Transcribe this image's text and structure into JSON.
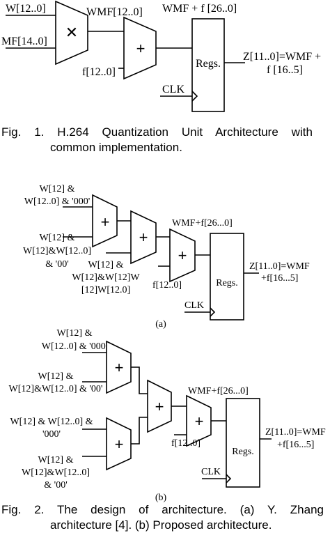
{
  "fig1": {
    "in_w": "W[12..0]",
    "in_mf": "MF[14..0]",
    "mult_symbol": "✕",
    "wmf": "WMF[12..0]",
    "sum_label": "WMF + f [26..0]",
    "add_symbol": "+",
    "f_in": "f[12..0]",
    "regs": "Regs.",
    "out_1": "Z[11..0]=WMF +",
    "out_2": "f [16..5]",
    "clk": "CLK",
    "caption_1": "Fig.    1.    H.264    Quantization    Unit    Architecture    with",
    "caption_2": "common implementation."
  },
  "fig2a": {
    "in1_1": "W[12] &",
    "in1_2": "W[12..0] & '000'",
    "in2_1": "W[12] &",
    "in2_2": "W[12]&W[12..0]",
    "in2_3": "& '00'",
    "in3_1": "W[12] &",
    "in3_2": "W[12]&W[12]W",
    "in3_3": "[12]W[12.0]",
    "f_in": "f[12..0]",
    "sum_label": "WMF+f[26...0]",
    "regs": "Regs.",
    "out_1": "Z[11..0]=WMF",
    "out_2": "+f[16...5]",
    "clk": "CLK",
    "add_symbol": "+",
    "sublabel": "(a)"
  },
  "fig2b": {
    "in1_1": "W[12] &",
    "in1_2": "W[12..0] & '000'",
    "in2_1": "W[12] &",
    "in2_2": "W[12]&W[12..0] & '00'",
    "in3_1": "W[12] & W[12..0] &",
    "in3_2": "'000'",
    "in4_1": "W[12] &",
    "in4_2": "W[12]&W[12..0]",
    "in4_3": "& '00'",
    "f_in": "f[12..0]",
    "sum_label": "WMF+f[26...0]",
    "regs": "Regs.",
    "out_1": "Z[11..0]=WMF",
    "out_2": "+f[16...5]",
    "clk": "CLK",
    "add_symbol": "+",
    "sublabel": "(b)"
  },
  "caption2": {
    "line_1": "Fig.    2.    The    design    of    architecture.    (a)    Y.    Zhang",
    "line_2": "architecture [4]. (b) Proposed architecture."
  }
}
